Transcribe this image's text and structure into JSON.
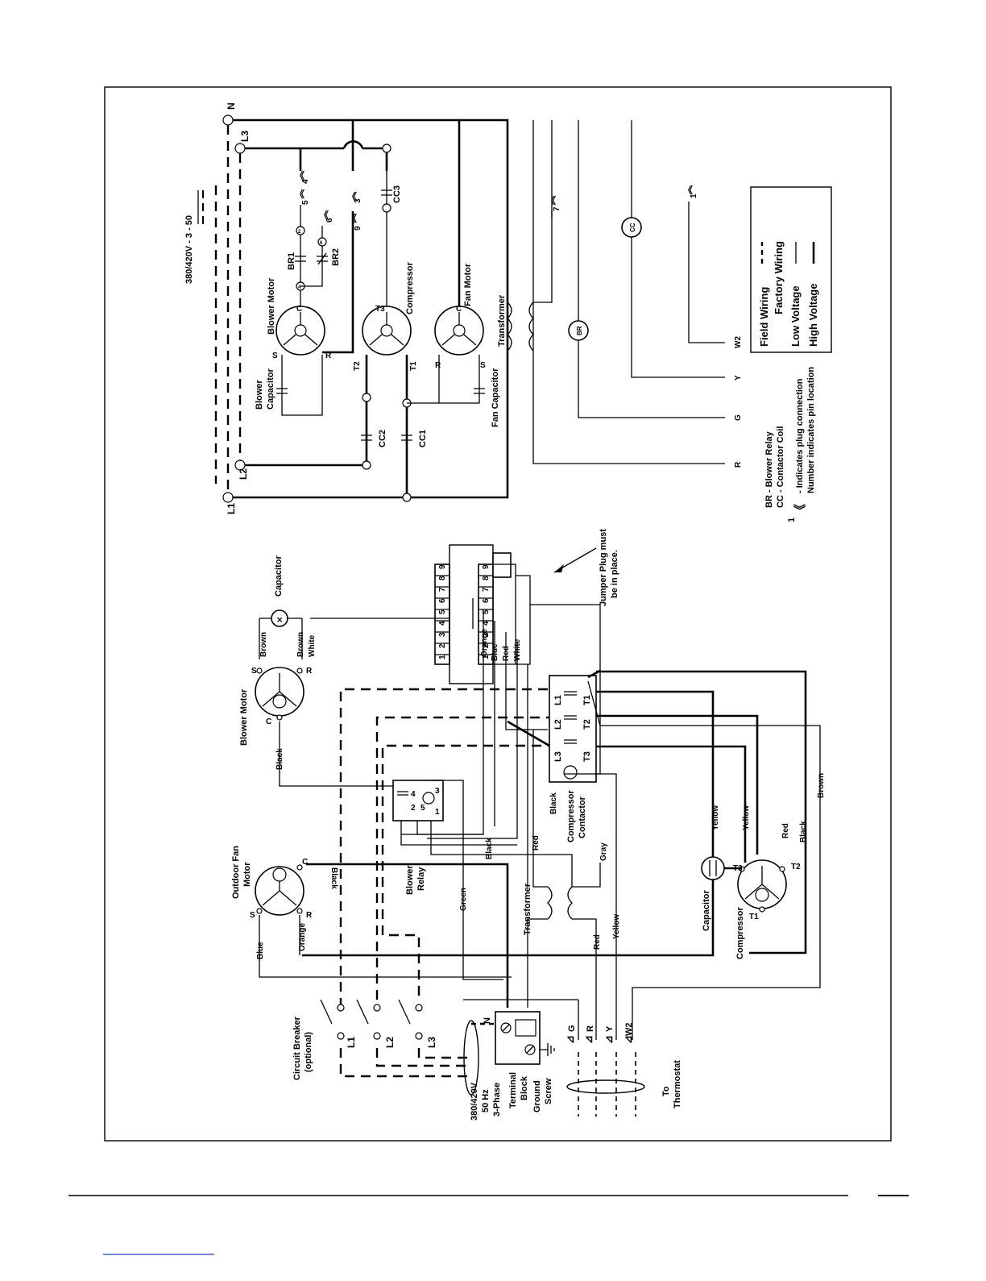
{
  "schematic": {
    "supply_label": "380/420V - 3 - 50",
    "terminals": {
      "n": "N",
      "l1": "L1",
      "l2": "L2",
      "l3": "L3"
    },
    "blower_motor": "Blower Motor",
    "blower_capacitor": [
      "Blower",
      "Capacitor"
    ],
    "compressor": "Compressor",
    "fan_motor": "Fan Motor",
    "fan_capacitor": "Fan Capacitor",
    "transformer": "Transformer",
    "br1": "BR1",
    "br2": "BR2",
    "cc1": "CC1",
    "cc2": "CC2",
    "cc3": "CC3",
    "motor_pins": {
      "c": "C",
      "s": "S",
      "r": "R",
      "t1": "T1",
      "t2": "T2",
      "t3": "T3"
    },
    "plug_marks": {
      "p5_4": "5",
      "p4": "4",
      "p6": "6",
      "p9": "9",
      "p3": "3",
      "p7": "7",
      "p1": "1"
    },
    "coil_br": "BR",
    "coil_cc": "CC",
    "thermostat_terminals": {
      "r": "R",
      "g": "G",
      "y": "Y",
      "w2": "W2"
    }
  },
  "legend": {
    "abbreviations": [
      "BR - Blower Relay",
      "CC - Contactor Coil"
    ],
    "plug_note": [
      "- Indicates plug connection",
      "Number indicates pin location"
    ],
    "plug_symbol_number": "1",
    "wiring_types": [
      {
        "label": "Field Wiring",
        "style": "dashed"
      },
      {
        "label": "Factory Wiring",
        "style": "none"
      },
      {
        "label": "Low Voltage",
        "style": "thin"
      },
      {
        "label": "High Voltage",
        "style": "thick"
      }
    ]
  },
  "pictorial": {
    "blower_motor": "Blower Motor",
    "capacitor_top": "Capacitor",
    "outdoor_fan_motor": [
      "Outdoor Fan",
      "Motor"
    ],
    "blower_relay": [
      "Blower",
      "Relay"
    ],
    "compressor_contactor": [
      "Compressor",
      "Contactor"
    ],
    "transformer": "Transformer",
    "compressor": "Compressor",
    "capacitor_bottom": "Capacitor",
    "circuit_breaker": [
      "Circuit Breaker",
      "(optional)"
    ],
    "supply": [
      "380/420V",
      "50 Hz",
      "3-Phase"
    ],
    "terminal_block": [
      "Terminal",
      "Block"
    ],
    "ground_screw": [
      "Ground",
      "Screw"
    ],
    "to_thermostat": [
      "To",
      "Thermostat"
    ],
    "jumper_note": [
      "Jumper Plug must",
      "be in place."
    ],
    "plug_pins": [
      "1",
      "2",
      "3",
      "4",
      "5",
      "6",
      "7",
      "8",
      "9"
    ],
    "contactor_terminals": [
      "L1",
      "L2",
      "L3",
      "T1",
      "T2",
      "T3"
    ],
    "relay_pins": [
      "4",
      "2",
      "5",
      "3",
      "1"
    ],
    "breaker_poles": [
      "L1",
      "L2",
      "L3"
    ],
    "terminal_n": "N",
    "thermo_terminals": [
      "G",
      "R",
      "Y",
      "W2"
    ],
    "motor_pins": {
      "c": "C",
      "s": "S",
      "r": "R",
      "t1": "T1",
      "t2": "T2",
      "t3": "T3"
    },
    "wire_colors": {
      "brown": "Brown",
      "white": "White",
      "black": "Black",
      "orange": "Orange",
      "blue": "Blue",
      "red": "Red",
      "green": "Green",
      "gray": "Gray",
      "yellow": "Yellow"
    }
  }
}
